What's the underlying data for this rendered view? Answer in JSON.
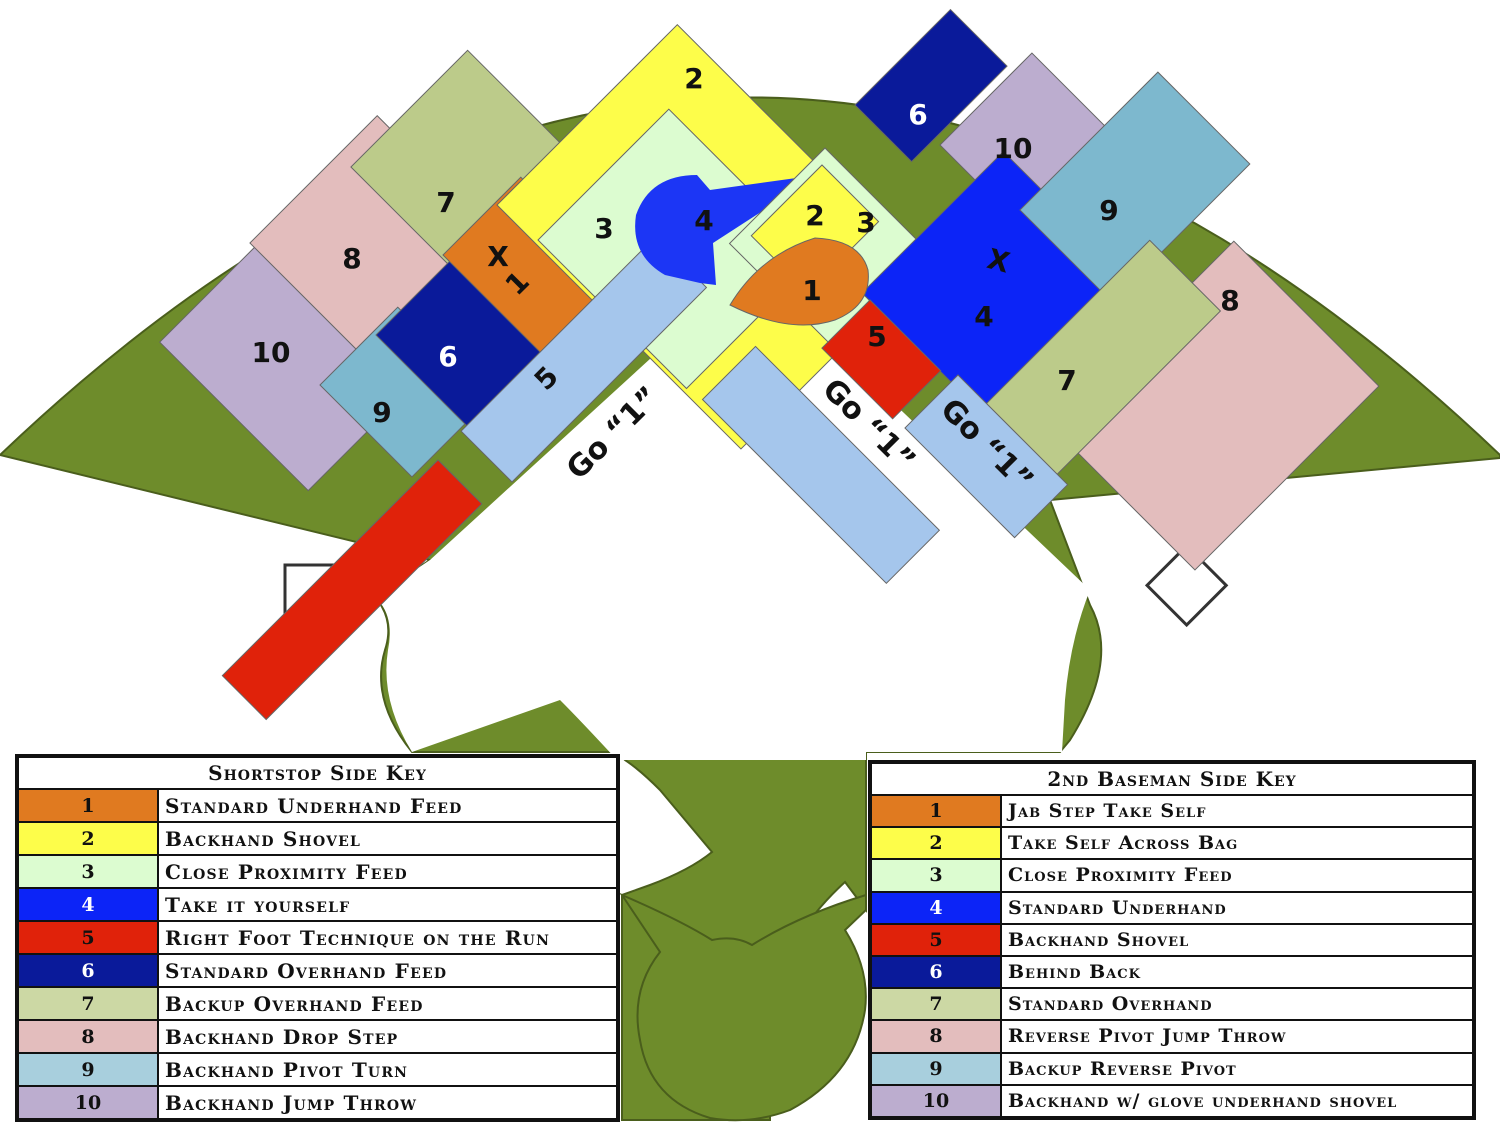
{
  "colors": {
    "grass": "#6e8c2b",
    "c1": "#e07a20",
    "c2": "#fdfd4a",
    "c3": "#dcfcd0",
    "c4": "#0c24f7",
    "c5": "#e0220a",
    "c6": "#0a1a9a",
    "c7": "#bccb8a",
    "c8": "#e3bdbd",
    "c9": "#7db8ce",
    "c10": "#bcadcf",
    "go": "#a5c6ec"
  },
  "field": {
    "ss_zones": {
      "z1": "X\n1",
      "z2": "2",
      "z3": "3",
      "z4": "4",
      "z5": "5",
      "z6": "6",
      "z7": "7",
      "z8": "8",
      "z9": "9",
      "z10": "10",
      "go": "Go “1”"
    },
    "sb_zones": {
      "z1": "1",
      "z2": "2",
      "z3": "3",
      "z4": "4",
      "z4x": "X",
      "z5": "5",
      "z6": "6",
      "z7": "7",
      "z8": "8",
      "z9": "9",
      "z10": "10",
      "go_a": "Go “1”",
      "go_b": "Go “1”"
    }
  },
  "ss_key": {
    "title": "Shortstop Side Key",
    "rows": [
      {
        "num": "1",
        "text": "Standard Underhand Feed"
      },
      {
        "num": "2",
        "text": "Backhand Shovel"
      },
      {
        "num": "3",
        "text": "Close Proximity Feed"
      },
      {
        "num": "4",
        "text": "Take it yourself"
      },
      {
        "num": "5",
        "text": "Right Foot Technique on the Run"
      },
      {
        "num": "6",
        "text": "Standard Overhand Feed"
      },
      {
        "num": "7",
        "text": "Backup Overhand Feed"
      },
      {
        "num": "8",
        "text": "Backhand Drop Step"
      },
      {
        "num": "9",
        "text": "Backhand Pivot Turn"
      },
      {
        "num": "10",
        "text": "Backhand Jump Throw"
      }
    ]
  },
  "sb_key": {
    "title": "2nd Baseman Side Key",
    "rows": [
      {
        "num": "1",
        "text": "Jab Step Take Self"
      },
      {
        "num": "2",
        "text": "Take Self Across Bag"
      },
      {
        "num": "3",
        "text": "Close Proximity Feed"
      },
      {
        "num": "4",
        "text": "Standard Underhand"
      },
      {
        "num": "5",
        "text": "Backhand Shovel"
      },
      {
        "num": "6",
        "text": "Behind Back"
      },
      {
        "num": "7",
        "text": "Standard Overhand"
      },
      {
        "num": "8",
        "text": "Reverse Pivot Jump Throw"
      },
      {
        "num": "9",
        "text": "Backup Reverse Pivot"
      },
      {
        "num": "10",
        "text": "Backhand w/ glove underhand shovel"
      }
    ]
  }
}
